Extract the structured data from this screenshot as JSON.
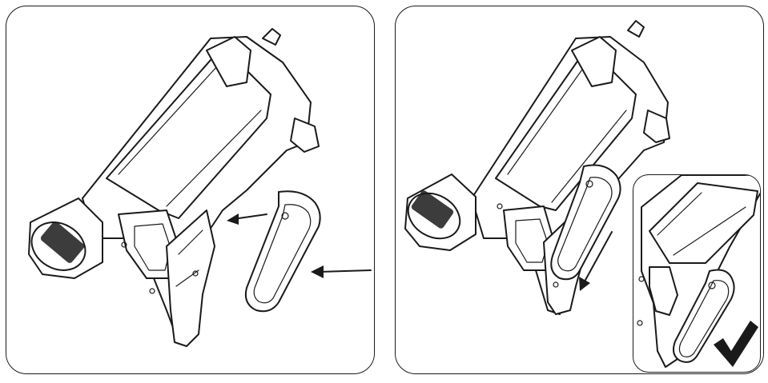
{
  "figure": {
    "panels": [
      {
        "step": "align-cover",
        "arrows": [
          "slide-left",
          "slide-left"
        ]
      },
      {
        "step": "slide-cover-down",
        "arrows": [
          "slide-down"
        ],
        "inset": "cover-locked",
        "confirmation_icon": "checkmark-icon"
      }
    ],
    "colors": {
      "line": "#1a1a1a",
      "background": "#ffffff"
    }
  }
}
